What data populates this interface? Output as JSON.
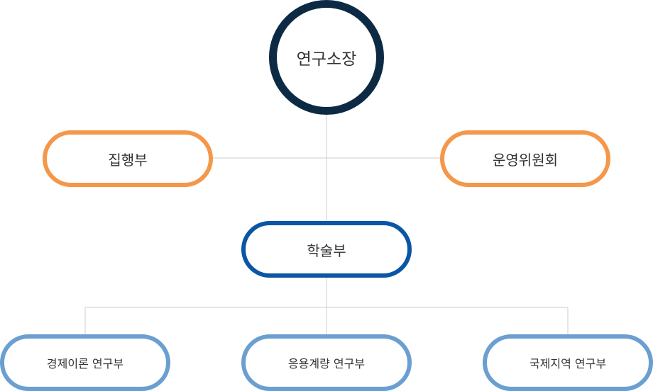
{
  "colors": {
    "director": "#0d2a45",
    "side": "#f4974a",
    "academic": "#0a56a4",
    "dept": "#6a9fd0",
    "line": "#cccccc"
  },
  "nodes": {
    "director": "연구소장",
    "executive": "집행부",
    "steering": "운영위원회",
    "academic": "학술부",
    "dept_economics": "경제이론 연구부",
    "dept_applied": "응용계량 연구부",
    "dept_regional": "국제지역 연구부"
  }
}
